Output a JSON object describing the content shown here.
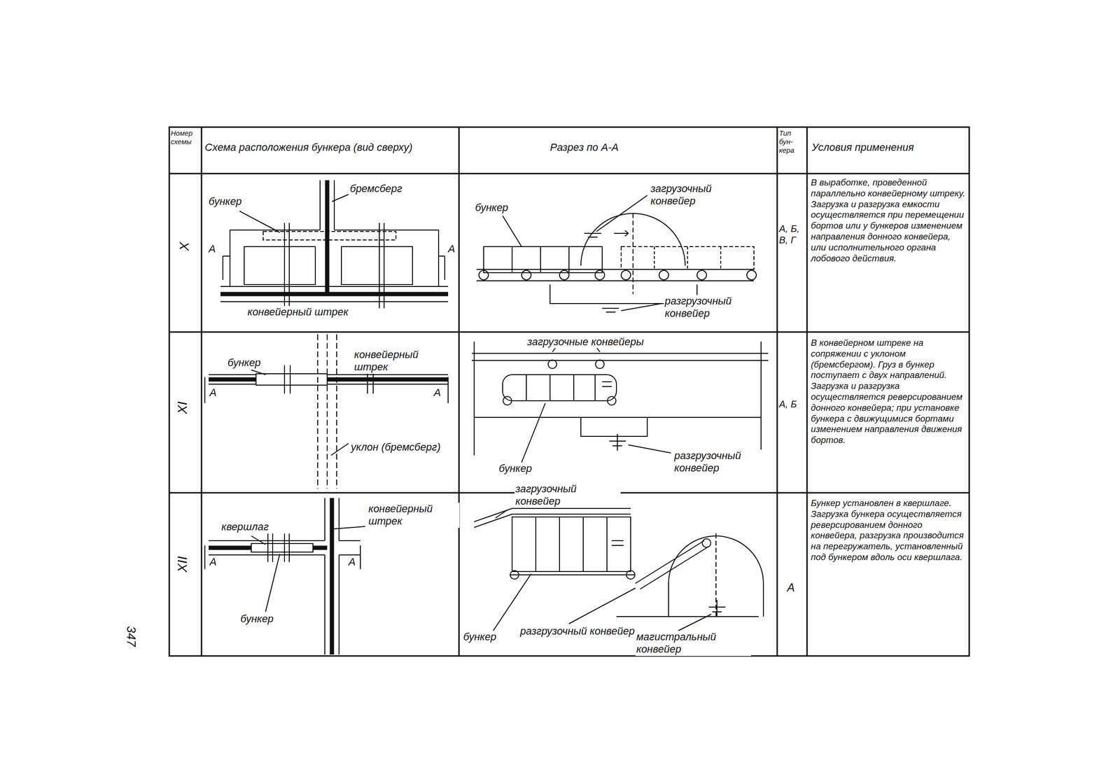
{
  "diagram": {
    "labels": [
      "Номер схемы",
      "Схема расположения бункера (вид сверху)",
      "Разрез по А-А",
      "Тип бун-кера",
      "Условия применения",
      "X",
      "бункер",
      "бремсберг",
      "А",
      "А",
      "конвейерный штрек",
      "бункер",
      "загрузочный конвейер",
      "разгрузочный конвейер",
      "А, Б, В, Г",
      "В выработке, проведенной параллельно конвейерному штреку. Загрузка и разгрузка емкости осуществляется при перемещении бортов или у бункеров изменением направления донного конвейера, или исполнительного органа лобового действия.",
      "XI",
      "загрузочные конвейеры",
      "бункер",
      "конвейерный штрек",
      "А",
      "А",
      "уклон (бремсберг)",
      "бункер",
      "разгрузочный конвейер",
      "А, Б",
      "В конвейерном штреке на сопряжении с уклоном (бремсбергом). Груз в бункер поступает с двух направлений. Загрузка и разгрузка осуществляется реверсированием донного конвейера; при установке бункера с движущимися бортами изменением направления движения бортов.",
      "XII",
      "квершлаг",
      "конвейерный штрек",
      "А",
      "А",
      "бункер",
      "загрузочный конвейер",
      "бункер",
      "разгрузочный конвейер",
      "магистральный конвейер",
      "А",
      "Бункер установлен в квершлаге. Загрузка бункера осуществляется реверсированием донного конвейера, разгрузка производится на перегружатель, установленный под бункером вдоль оси квершлага.",
      "347"
    ]
  }
}
